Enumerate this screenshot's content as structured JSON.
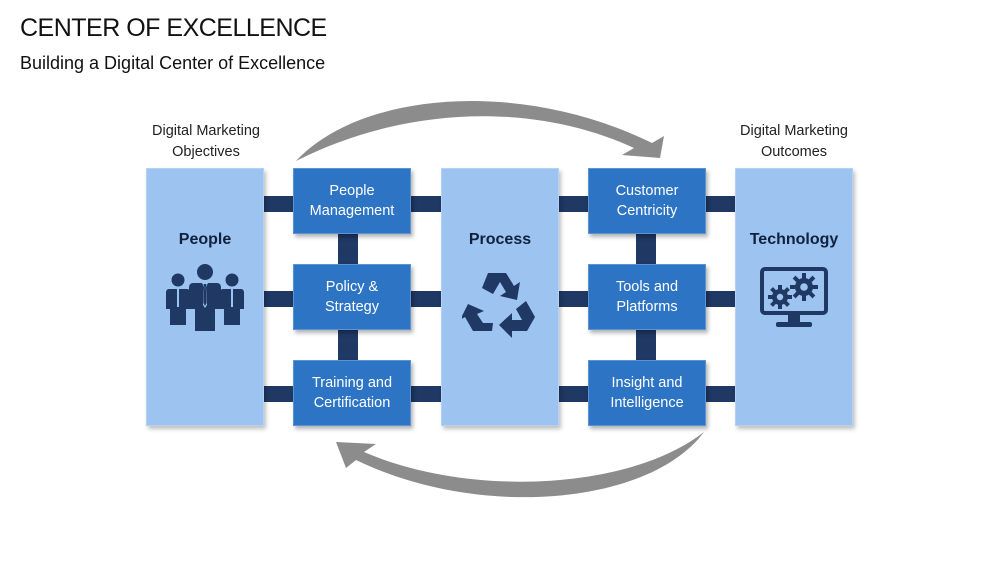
{
  "header": {
    "title": "CENTER OF EXCELLENCE",
    "subtitle": "Building a Digital Center of Excellence"
  },
  "captions": {
    "left_line1": "Digital Marketing",
    "left_line2": "Objectives",
    "right_line1": "Digital Marketing",
    "right_line2": "Outcomes"
  },
  "pillars": {
    "people": "People",
    "process": "Process",
    "technology": "Technology"
  },
  "left_boxes": [
    {
      "line1": "People",
      "line2": "Management"
    },
    {
      "line1": "Policy &",
      "line2": "Strategy"
    },
    {
      "line1": "Training and",
      "line2": "Certification"
    }
  ],
  "right_boxes": [
    {
      "line1": "Customer",
      "line2": "Centricity"
    },
    {
      "line1": "Tools and",
      "line2": "Platforms"
    },
    {
      "line1": "Insight and",
      "line2": "Intelligence"
    }
  ],
  "icons": {
    "people": "people-group-icon",
    "process": "recycle-icon",
    "technology": "monitor-gears-icon"
  },
  "colors": {
    "pillar": "#9dc3f0",
    "box": "#2e74c4",
    "connector": "#1f3864",
    "arrow": "#8c8c8c",
    "icon": "#1f3864"
  }
}
